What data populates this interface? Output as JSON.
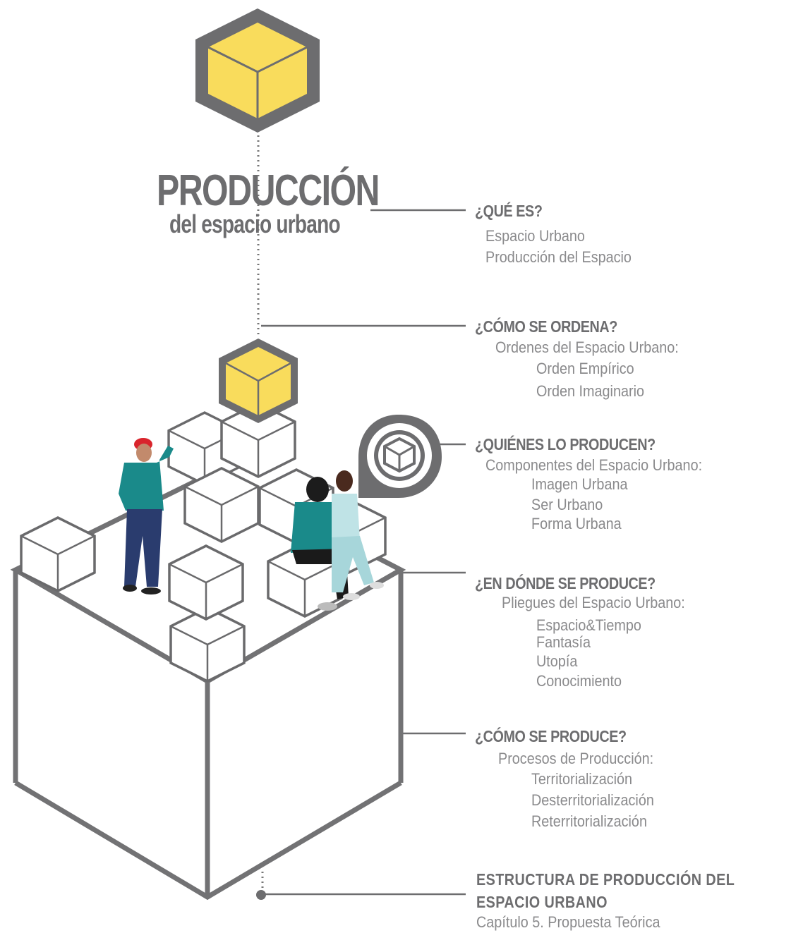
{
  "title": {
    "main": "PRODUCCIÓN",
    "sub": "del espacio urbano"
  },
  "sections": [
    {
      "question": "¿QUÉ ES?",
      "lines": [
        "Espacio Urbano",
        "Producción del Espacio"
      ]
    },
    {
      "question": "¿CÓMO SE ORDENA?",
      "lines": [
        "Ordenes del Espacio Urbano:",
        "Orden Empírico",
        "Orden Imaginario"
      ]
    },
    {
      "question": "¿QUIÉNES LO PRODUCEN?",
      "lines": [
        "Componentes del Espacio Urbano:",
        "Imagen Urbana",
        "Ser Urbano",
        "Forma Urbana"
      ]
    },
    {
      "question": "¿EN DÓNDE SE PRODUCE?",
      "lines": [
        "Pliegues del Espacio Urbano:",
        "Espacio&Tiempo",
        "Fantasía",
        "Utopía",
        "Conocimiento"
      ]
    },
    {
      "question": "¿CÓMO SE PRODUCE?",
      "lines": [
        "Procesos de Producción:",
        "Territorialización",
        "Desterritorialización",
        "Reterritorialización"
      ]
    }
  ],
  "footer": {
    "title_line1": "ESTRUCTURA DE PRODUCCIÓN   DEL",
    "title_line2": "ESPACIO URBANO",
    "caption": "Capítulo 5. Propuesta Teórica"
  },
  "colors": {
    "frame_gray": "#727274",
    "cube_yellow": "#f9dc5c",
    "cube_line": "#6a6a6c",
    "text_gray": "#6d6d6f"
  },
  "icons": {
    "top": "yellow-cube-icon",
    "pin": "location-pin-cube-icon"
  }
}
